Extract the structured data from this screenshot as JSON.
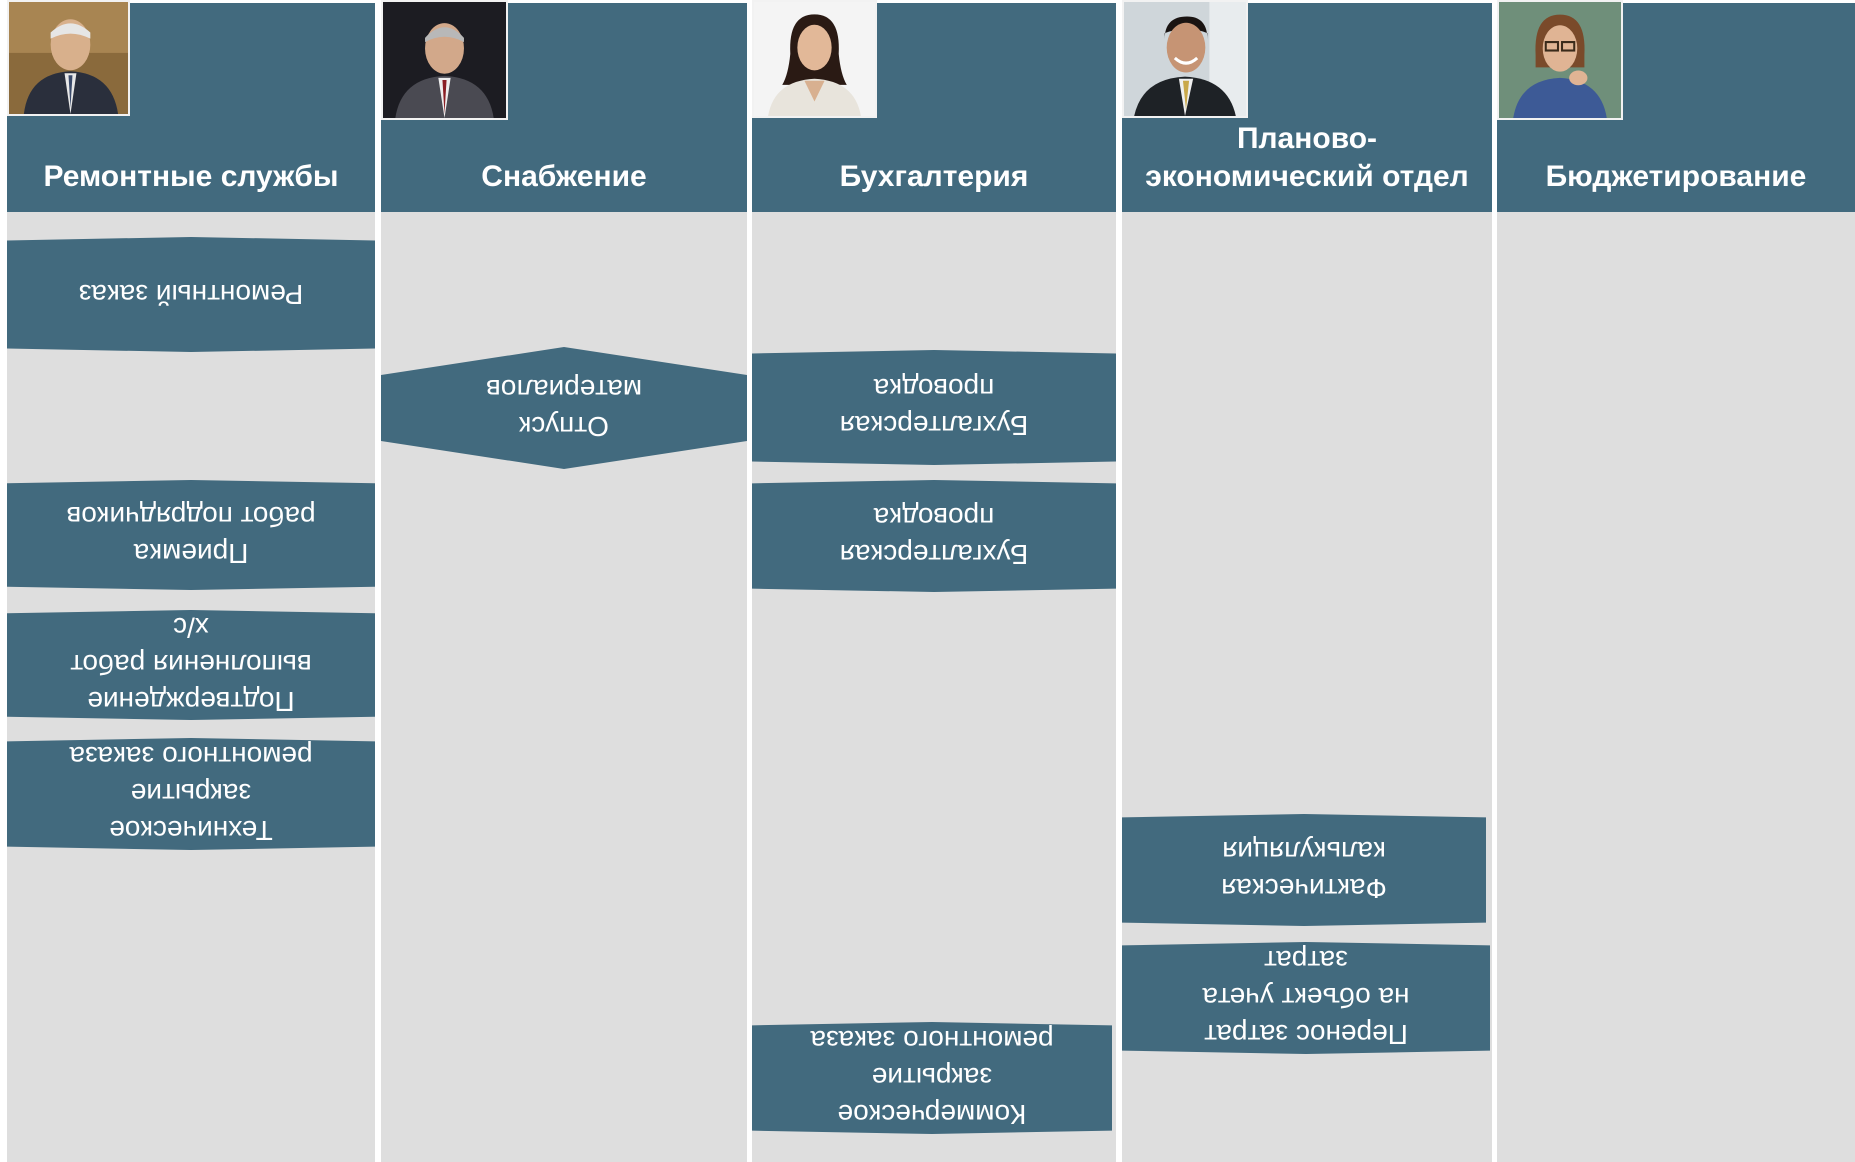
{
  "colors": {
    "header": "#426a7e",
    "lane_background": "#dedede",
    "shape_fill": "#426a7e",
    "text_on_dark": "#ffffff"
  },
  "lanes": [
    {
      "title": "Ремонтные службы",
      "photo": "executive-portrait-photo-1"
    },
    {
      "title": "Снабжение",
      "photo": "executive-portrait-photo-2"
    },
    {
      "title": "Бухгалтерия",
      "photo": "executive-portrait-photo-3"
    },
    {
      "title": "Планово-\nэкономический отдел",
      "photo": "executive-portrait-photo-4"
    },
    {
      "title": "Бюджетирование",
      "photo": "executive-portrait-photo-5"
    }
  ],
  "steps": {
    "repair_order": "Ремонтный заказ",
    "contractor_acceptance": "Приемка\nработ подрядчиков",
    "work_confirmation": "Подтверждение\nвыполнения работ\nх/с",
    "technical_closure": "Техническое\nзакрытие\nремонтного заказа",
    "material_issue": "Отпуск\nматериалов",
    "accounting_entry_1": "Бухгалтерская\nпроводка",
    "accounting_entry_2": "Бухгалтерская\nпроводка",
    "commercial_closure": "Коммерческое\nзакрытие\nремонтного заказа",
    "actual_costing": "Фактическая\nкалькуляция",
    "cost_transfer": "Перенос затрат\nна объект учета\nзатрат"
  }
}
